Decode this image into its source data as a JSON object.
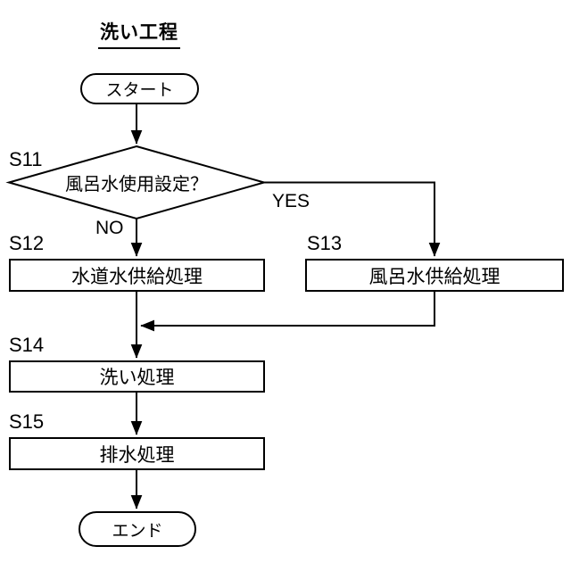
{
  "page": {
    "background_color": "#ffffff",
    "line_color": "#000000"
  },
  "diagram": {
    "title": "洗い工程",
    "type": "flowchart",
    "nodes": {
      "start": {
        "label": "スタート",
        "shape": "terminator"
      },
      "s11": {
        "step": "S11",
        "label": "風呂水使用設定？",
        "shape": "decision"
      },
      "s12": {
        "step": "S12",
        "label": "水道水供給処理",
        "shape": "process"
      },
      "s13": {
        "step": "S13",
        "label": "風呂水供給処理",
        "shape": "process"
      },
      "s14": {
        "step": "S14",
        "label": "洗い処理",
        "shape": "process"
      },
      "s15": {
        "step": "S15",
        "label": "排水処理",
        "shape": "process"
      },
      "end": {
        "label": "エンド",
        "shape": "terminator"
      }
    },
    "branches": {
      "no": "NO",
      "yes": "YES"
    },
    "edges": [
      "start -> s11",
      "s11 -NO-> s12",
      "s11 -YES-> s13",
      "s12 -> s14",
      "s13 -> s14",
      "s14 -> s15",
      "s15 -> end"
    ]
  }
}
